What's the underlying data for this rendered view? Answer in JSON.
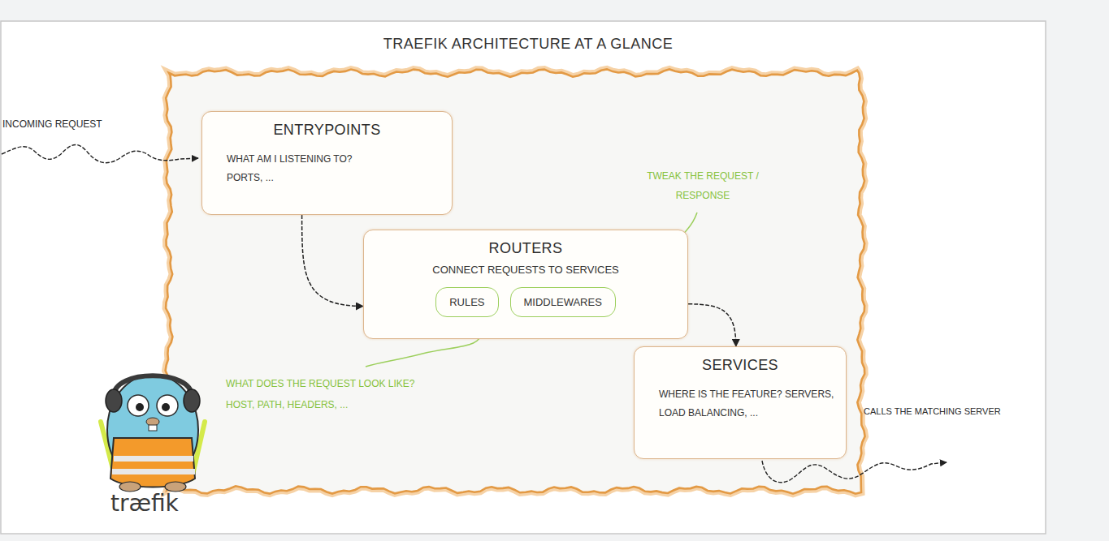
{
  "diagram": {
    "title": "TRAEFIK ARCHITECTURE AT A GLANCE",
    "nodes": [
      {
        "text": [
          "ENTRYPOINTS",
          "WHAT AM I LISTENING TO? PORTS, ..."
        ]
      },
      {
        "text": [
          "ROUTERS",
          "CONNECT REQUESTS TO SERVICES"
        ]
      },
      {
        "text": [
          "RULES"
        ],
        "in": 1
      },
      {
        "text": [
          "MIDDLEWARES"
        ],
        "in": 1
      },
      {
        "text": [
          "SERVICES",
          "WHERE IS THE FEATURE? SERVERS, LOAD BALANCING, ..."
        ]
      }
    ],
    "edges": [
      {
        "from": 0,
        "to": 1,
        "arrow": "to"
      },
      {
        "from": 1,
        "to": 4,
        "arrow": "to"
      }
    ],
    "labels": [
      "INCOMING REQUEST",
      "TWEAK THE REQUEST / RESPONSE",
      "WHAT DOES THE REQUEST LOOK LIKE? HOST, PATH, HEADERS, ...",
      "CALLS THE MATCHING SERVER",
      "træfik"
    ]
  }
}
